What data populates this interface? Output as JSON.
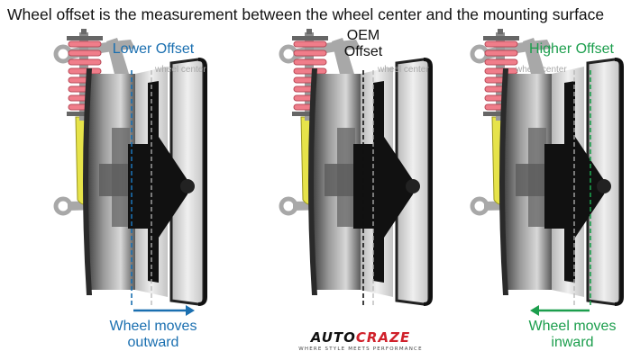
{
  "title": "Wheel offset is the measurement between the wheel center and the mounting surface",
  "panels": [
    {
      "top_label": "Lower Offset",
      "center_label": "wheel center",
      "bottom_label_1": "Wheel moves",
      "bottom_label_2": "outward",
      "color": "#1a6fb0"
    },
    {
      "top_label_1": "OEM",
      "top_label_2": "Offset",
      "center_label": "wheel center",
      "color": "#111111"
    },
    {
      "top_label": "Higher Offset",
      "center_label": "wheel center",
      "bottom_label_1": "Wheel moves",
      "bottom_label_2": "inward",
      "color": "#1c9e4d"
    }
  ],
  "brand": {
    "name_part1": "AUTO",
    "name_part2": "CRAZE",
    "tagline": "WHERE STYLE MEETS PERFORMANCE"
  },
  "colors": {
    "spring": "#f07d8a",
    "shock": "#e6e34a",
    "lower_offset": "#1a6fb0",
    "higher_offset": "#1c9e4d"
  }
}
